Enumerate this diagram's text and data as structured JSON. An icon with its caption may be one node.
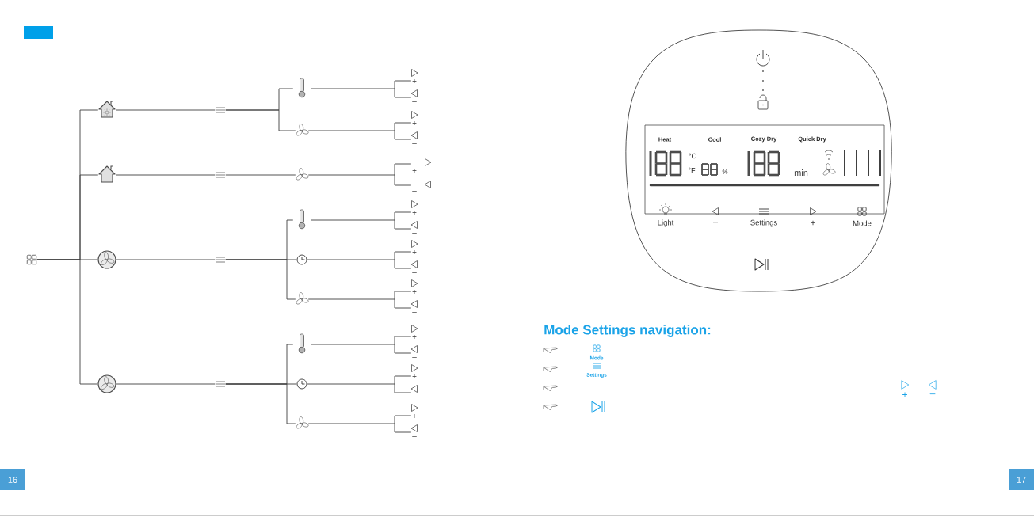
{
  "diagram": {
    "title": "Mode Settings navigation:",
    "nodes": [
      {
        "text": [],
        "shape": "grid"
      },
      {
        "text": [],
        "shape": "house"
      },
      {
        "text": [],
        "shape": "menu"
      },
      {
        "text": [],
        "shape": "thermometer"
      },
      {
        "text": [
          "+",
          "–"
        ]
      },
      {
        "text": [],
        "shape": "fan"
      },
      {
        "text": [
          "+",
          "–"
        ]
      },
      {
        "text": [],
        "shape": "house"
      },
      {
        "text": [],
        "shape": "menu"
      },
      {
        "text": [],
        "shape": "fan"
      },
      {
        "text": [
          "+",
          "–"
        ]
      },
      {
        "text": [],
        "shape": "circle"
      },
      {
        "text": [],
        "shape": "menu"
      },
      {
        "text": [],
        "shape": "thermometer"
      },
      {
        "text": [
          "+",
          "–"
        ]
      },
      {
        "text": [],
        "shape": "clock"
      },
      {
        "text": [
          "+",
          "–"
        ]
      },
      {
        "text": [],
        "shape": "fan"
      },
      {
        "text": [
          "+",
          "–"
        ]
      },
      {
        "text": [],
        "shape": "circle"
      },
      {
        "text": [],
        "shape": "menu"
      },
      {
        "text": [],
        "shape": "thermometer"
      },
      {
        "text": [
          "+",
          "–"
        ]
      },
      {
        "text": [],
        "shape": "clock"
      },
      {
        "text": [
          "+",
          "–"
        ]
      },
      {
        "text": [],
        "shape": "fan"
      },
      {
        "text": [
          "+",
          "–"
        ]
      }
    ],
    "edges": [
      {
        "from": 0,
        "to": 1,
        "arrow": "none"
      },
      {
        "from": 0,
        "to": 7,
        "arrow": "none"
      },
      {
        "from": 0,
        "to": 11,
        "arrow": "none"
      },
      {
        "from": 0,
        "to": 19,
        "arrow": "none"
      },
      {
        "from": 1,
        "to": 2,
        "arrow": "none"
      },
      {
        "from": 2,
        "to": 3,
        "arrow": "none"
      },
      {
        "from": 2,
        "to": 5,
        "arrow": "none"
      },
      {
        "from": 3,
        "to": 4,
        "arrow": "none"
      },
      {
        "from": 5,
        "to": 6,
        "arrow": "none"
      },
      {
        "from": 7,
        "to": 8,
        "arrow": "none"
      },
      {
        "from": 8,
        "to": 9,
        "arrow": "none"
      },
      {
        "from": 9,
        "to": 10,
        "arrow": "none"
      },
      {
        "from": 11,
        "to": 12,
        "arrow": "none"
      },
      {
        "from": 12,
        "to": 13,
        "arrow": "none"
      },
      {
        "from": 12,
        "to": 15,
        "arrow": "none"
      },
      {
        "from": 12,
        "to": 17,
        "arrow": "none"
      },
      {
        "from": 13,
        "to": 14,
        "arrow": "none"
      },
      {
        "from": 15,
        "to": 16,
        "arrow": "none"
      },
      {
        "from": 17,
        "to": 18,
        "arrow": "none"
      },
      {
        "from": 19,
        "to": 20,
        "arrow": "none"
      },
      {
        "from": 20,
        "to": 21,
        "arrow": "none"
      },
      {
        "from": 20,
        "to": 23,
        "arrow": "none"
      },
      {
        "from": 20,
        "to": 25,
        "arrow": "none"
      },
      {
        "from": 21,
        "to": 22,
        "arrow": "none"
      },
      {
        "from": 23,
        "to": 24,
        "arrow": "none"
      },
      {
        "from": 25,
        "to": 26,
        "arrow": "none"
      }
    ],
    "labels": [
      "Heat",
      "Cool",
      "Cozy Dry",
      "Quick Dry",
      "°C",
      "°F",
      "%",
      "min",
      "Light",
      "–",
      "Settings",
      "+",
      "Mode",
      "Mode",
      "Settings",
      "+",
      "–",
      "16",
      "17"
    ]
  }
}
